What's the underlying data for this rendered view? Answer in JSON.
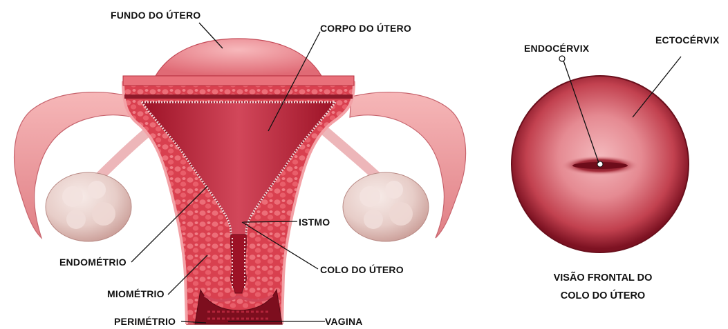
{
  "labels": {
    "fundo": "FUNDO DO ÚTERO",
    "corpo": "CORPO DO ÚTERO",
    "istmo": "ISTMO",
    "colo": "COLO DO ÚTERO",
    "endometrio": "ENDOMÉTRIO",
    "miometrio": "MIOMÉTRIO",
    "perimetrio": "PERIMÉTRIO",
    "vagina": "VAGINA",
    "endocervix": "ENDOCÉRVIX",
    "ectocervix": "ECTOCÉRVIX",
    "caption_line1": "VISÃO FRONTAL DO",
    "caption_line2": "COLO DO ÚTERO"
  },
  "colors": {
    "uterus_wall": "#d9404f",
    "uterus_dark": "#a3162a",
    "cavity": "#b81f35",
    "tube": "#f1a1a4",
    "ovary": "#e3c8c4",
    "leader_line": "#111111"
  },
  "icons": {
    "uterus_diagram": "uterus-illustration",
    "cervix_view": "cervix-frontal-view"
  }
}
